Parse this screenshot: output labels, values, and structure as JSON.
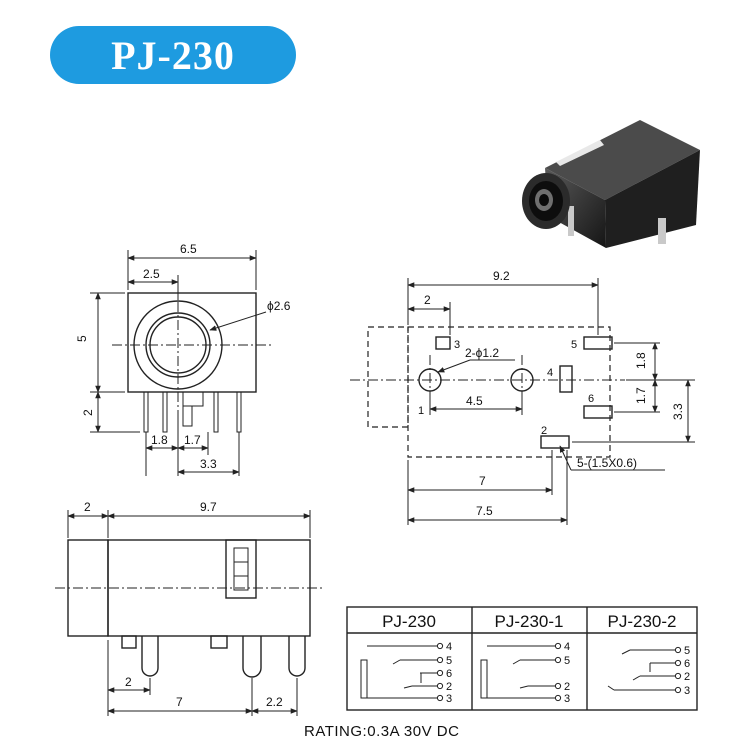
{
  "title": "PJ-230",
  "front_view": {
    "width": "6.5",
    "offset": "2.5",
    "hole": "ϕ2.6",
    "height": "5",
    "pin_len": "2",
    "pitch_a": "1.8",
    "pitch_b": "1.7",
    "pitch_c": "3.3"
  },
  "pcb_view": {
    "len": "9.2",
    "off": "2",
    "hole_label": "2-ϕ1.2",
    "hole_pitch": "4.5",
    "pad_size": "5-(1.5X0.6)",
    "d7": "7",
    "d75": "7.5",
    "v18": "1.8",
    "v17": "1.7",
    "v33": "3.3",
    "pins": [
      "1",
      "2",
      "3",
      "4",
      "5",
      "6"
    ]
  },
  "side_view": {
    "left": "2",
    "length": "9.7",
    "bottom_left": "2",
    "bottom_mid": "7",
    "bottom_right": "2.2"
  },
  "table": {
    "headers": [
      "PJ-230",
      "PJ-230-1",
      "PJ-230-2"
    ],
    "col1_pins": [
      "4",
      "5",
      "6",
      "2",
      "3"
    ],
    "col2_pins": [
      "4",
      "5",
      "2",
      "3"
    ],
    "col3_pins": [
      "5",
      "6",
      "2",
      "3"
    ]
  },
  "rating": "RATING:0.3A 30V DC",
  "colors": {
    "title_bg": "#1e9be0",
    "title_fg": "#ffffff",
    "line": "#222222"
  }
}
